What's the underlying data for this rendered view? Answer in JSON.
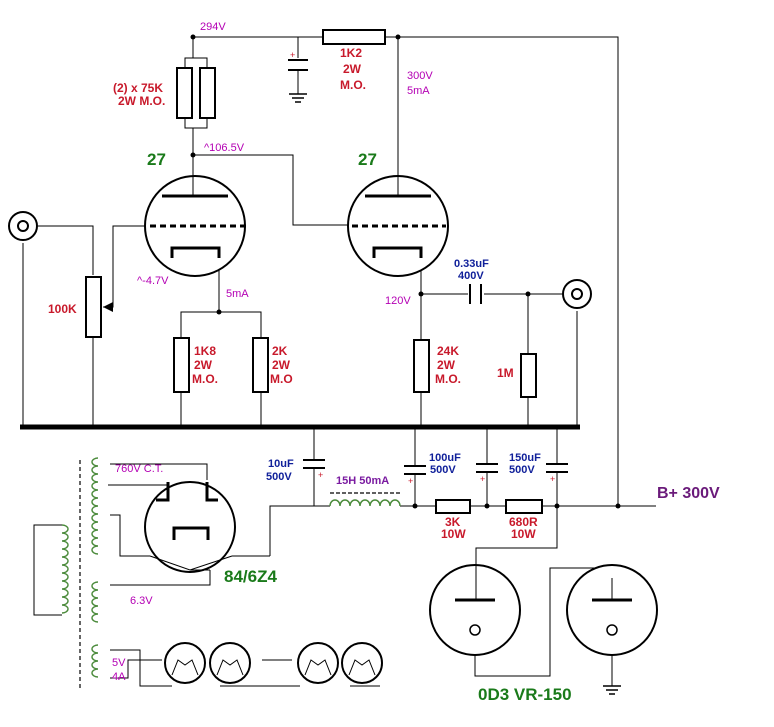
{
  "labels": {
    "v294": "294V",
    "r_plate_l1": "(2) x 75K",
    "r_plate_l2": "2W M.O.",
    "r_1k2_1": "1K2",
    "r_1k2_2": "2W",
    "r_1k2_3": "M.O.",
    "v300": "300V",
    "i5ma_top": "5mA",
    "tube1": "27",
    "tube2": "27",
    "v1065": "^106.5V",
    "vm47": "^-4.7V",
    "i5ma": "5mA",
    "pot": "100K",
    "r_1k8_1": "1K8",
    "r_1k8_2": "2W",
    "r_1k8_3": "M.O.",
    "r_2k_1": "2K",
    "r_2k_2": "2W",
    "r_2k_3": "M.O",
    "cap_out_1": "0.33uF",
    "cap_out_2": "400V",
    "v120": "120V",
    "r_24k_1": "24K",
    "r_24k_2": "2W",
    "r_24k_3": "M.O.",
    "r_1m": "1M",
    "ct": "760V C.T.",
    "c10_1": "10uF",
    "c10_2": "500V",
    "choke": "15H 50mA",
    "c100_1": "100uF",
    "c100_2": "500V",
    "c150_1": "150uF",
    "c150_2": "500V",
    "bplus": "B+  300V",
    "r_3k_1": "3K",
    "r_3k_2": "10W",
    "r_680_1": "680R",
    "r_680_2": "10W",
    "rect": "84/6Z4",
    "v63": "6.3V",
    "v5": "5V",
    "a4": "4A",
    "vr": "0D3 VR-150"
  },
  "colors": {
    "component": "#c8192b",
    "voltage": "#b400b4",
    "capacitor": "#10209a",
    "tube": "#1a7a1a",
    "supply": "#6a1a7a"
  },
  "icons": [
    "input-jack-icon",
    "output-jack-icon",
    "ground-icon",
    "transformer-icon",
    "choke-icon",
    "vacuum-tube-icon",
    "pilot-lamp-icon"
  ]
}
